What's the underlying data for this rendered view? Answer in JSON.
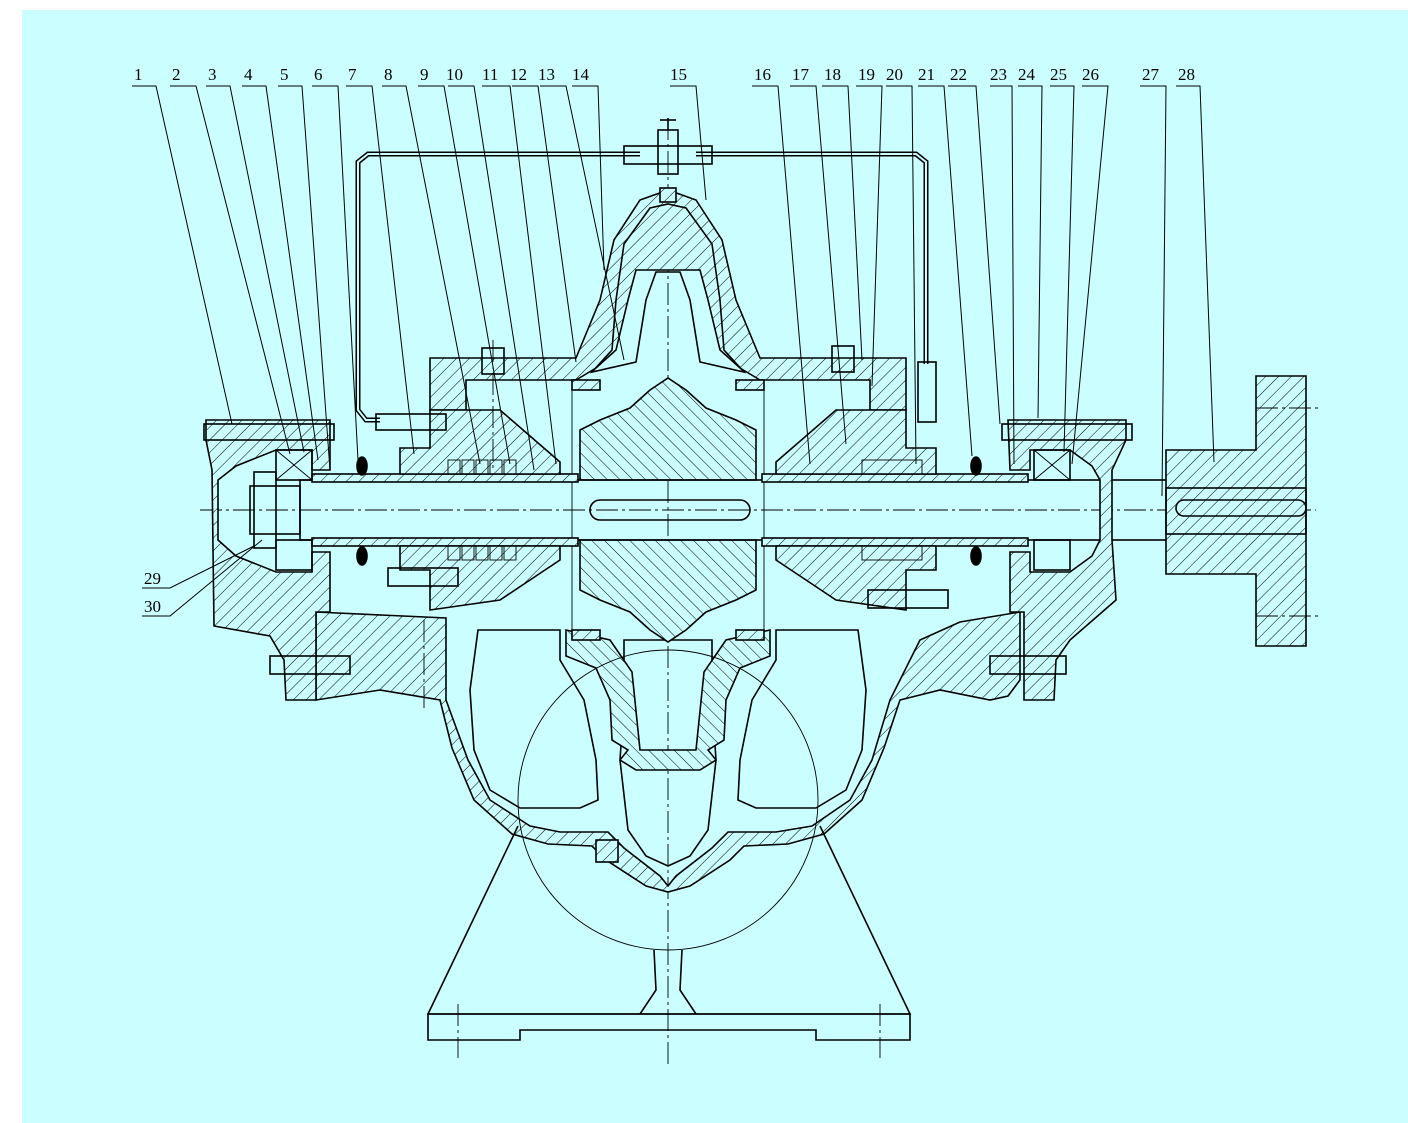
{
  "colors": {
    "background": "#cbffff",
    "line": "#000000"
  },
  "callouts_top": [
    "1",
    "2",
    "3",
    "4",
    "5",
    "6",
    "7",
    "8",
    "9",
    "10",
    "11",
    "12",
    "13",
    "14",
    "15",
    "16",
    "17",
    "18",
    "19",
    "20",
    "21",
    "22",
    "23",
    "24",
    "25",
    "26",
    "27",
    "28"
  ],
  "callouts_left": [
    "29",
    "30"
  ]
}
